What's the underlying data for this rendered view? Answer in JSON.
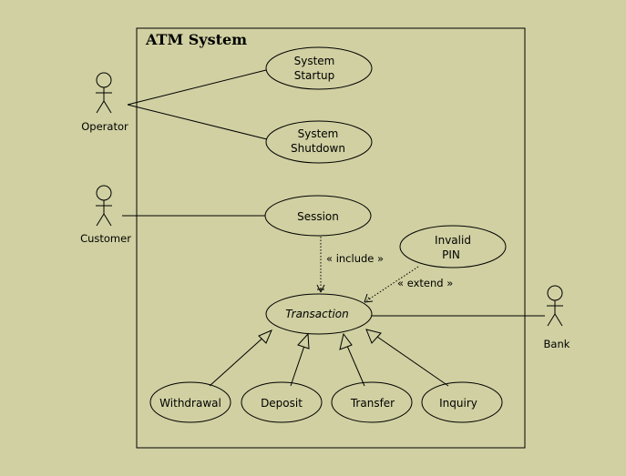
{
  "system": {
    "title": "ATM System"
  },
  "actors": {
    "operator": "Operator",
    "customer": "Customer",
    "bank": "Bank"
  },
  "use_cases": {
    "startup": [
      "System",
      "Startup"
    ],
    "shutdown": [
      "System",
      "Shutdown"
    ],
    "session": [
      "Session"
    ],
    "invalid_pin": [
      "Invalid",
      "PIN"
    ],
    "transaction": [
      "Transaction"
    ],
    "withdrawal": [
      "Withdrawal"
    ],
    "deposit": [
      "Deposit"
    ],
    "transfer": [
      "Transfer"
    ],
    "inquiry": [
      "Inquiry"
    ]
  },
  "relations": {
    "include": "« include »",
    "extend": "« extend »"
  },
  "colors": {
    "background": "#d0d0a2",
    "ink": "#000000"
  }
}
